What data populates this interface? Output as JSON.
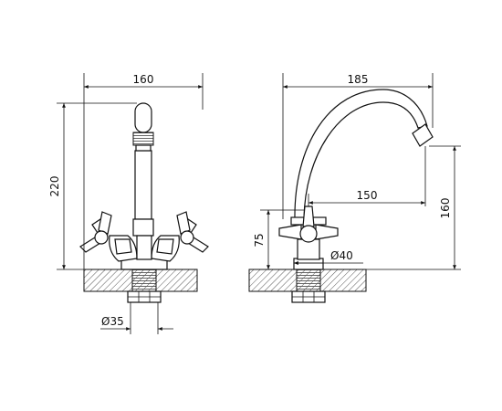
{
  "front_view": {
    "width_label": "160",
    "height_label": "220",
    "base_diameter_label": "Ø35"
  },
  "side_view": {
    "reach_label": "185",
    "spout_reach_label": "150",
    "spout_height_label": "160",
    "handle_height_label": "75",
    "base_diameter_label": "Ø40"
  },
  "colors": {
    "line": "#111111",
    "hatch": "#555555"
  }
}
